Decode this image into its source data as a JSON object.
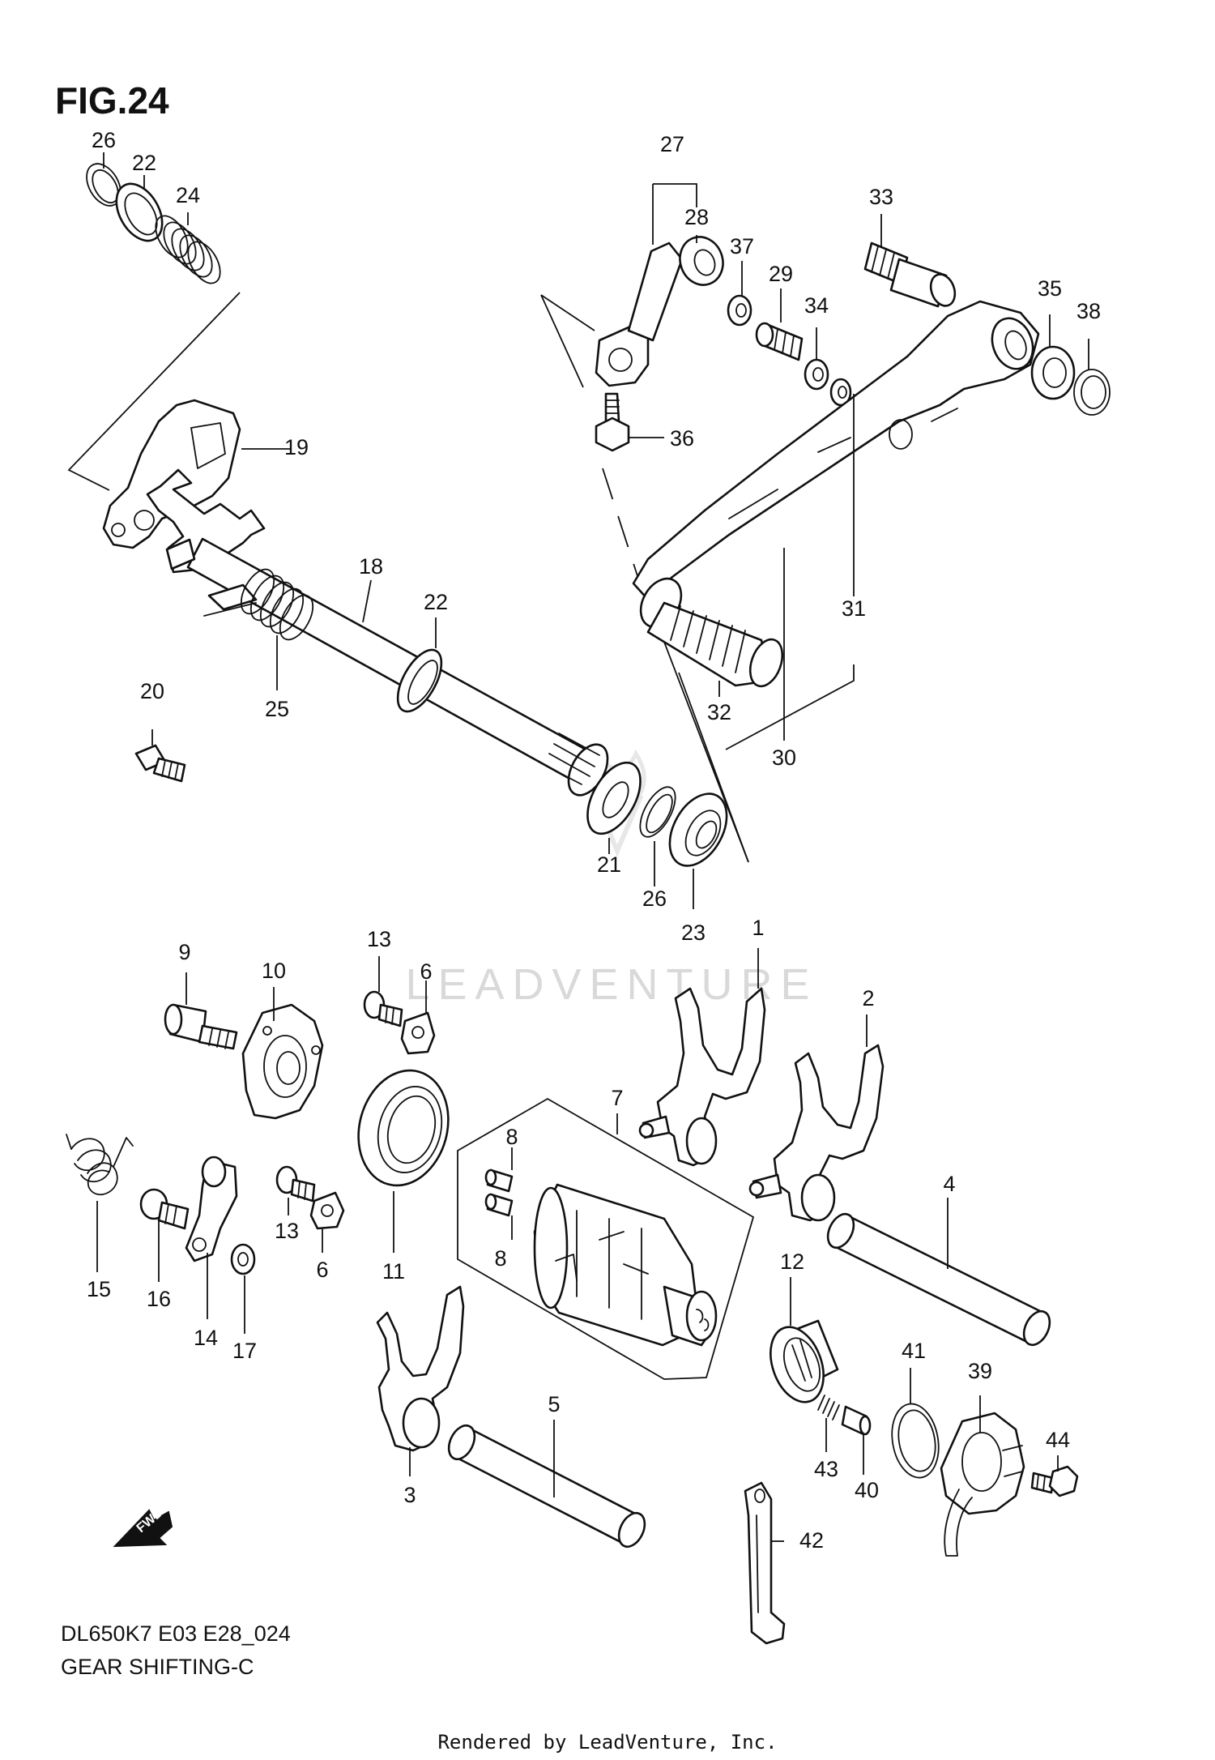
{
  "figure": {
    "title": "FIG.24",
    "model_code": "DL650K7 E03 E28_024",
    "section_name": "GEAR SHIFTING-C",
    "footer": "Rendered by LeadVenture, Inc.",
    "watermark": "LEADVENTURE",
    "direction_arrow": "FWD"
  },
  "callouts": [
    {
      "id": "c26a",
      "label": "26"
    },
    {
      "id": "c22a",
      "label": "22"
    },
    {
      "id": "c24",
      "label": "24"
    },
    {
      "id": "c19",
      "label": "19"
    },
    {
      "id": "c18",
      "label": "18"
    },
    {
      "id": "c22b",
      "label": "22"
    },
    {
      "id": "c25",
      "label": "25"
    },
    {
      "id": "c20",
      "label": "20"
    },
    {
      "id": "c27",
      "label": "27"
    },
    {
      "id": "c28",
      "label": "28"
    },
    {
      "id": "c37",
      "label": "37"
    },
    {
      "id": "c29",
      "label": "29"
    },
    {
      "id": "c34",
      "label": "34"
    },
    {
      "id": "c33",
      "label": "33"
    },
    {
      "id": "c35",
      "label": "35"
    },
    {
      "id": "c38",
      "label": "38"
    },
    {
      "id": "c36",
      "label": "36"
    },
    {
      "id": "c31",
      "label": "31"
    },
    {
      "id": "c32",
      "label": "32"
    },
    {
      "id": "c30",
      "label": "30"
    },
    {
      "id": "c21",
      "label": "21"
    },
    {
      "id": "c26b",
      "label": "26"
    },
    {
      "id": "c23",
      "label": "23"
    },
    {
      "id": "c9",
      "label": "9"
    },
    {
      "id": "c10",
      "label": "10"
    },
    {
      "id": "c13a",
      "label": "13"
    },
    {
      "id": "c6a",
      "label": "6"
    },
    {
      "id": "c1",
      "label": "1"
    },
    {
      "id": "c2",
      "label": "2"
    },
    {
      "id": "c7",
      "label": "7"
    },
    {
      "id": "c8a",
      "label": "8"
    },
    {
      "id": "c8b",
      "label": "8"
    },
    {
      "id": "c4",
      "label": "4"
    },
    {
      "id": "c15",
      "label": "15"
    },
    {
      "id": "c16",
      "label": "16"
    },
    {
      "id": "c14",
      "label": "14"
    },
    {
      "id": "c17",
      "label": "17"
    },
    {
      "id": "c13b",
      "label": "13"
    },
    {
      "id": "c6b",
      "label": "6"
    },
    {
      "id": "c11",
      "label": "11"
    },
    {
      "id": "c12",
      "label": "12"
    },
    {
      "id": "c41",
      "label": "41"
    },
    {
      "id": "c39",
      "label": "39"
    },
    {
      "id": "c44",
      "label": "44"
    },
    {
      "id": "c43",
      "label": "43"
    },
    {
      "id": "c40",
      "label": "40"
    },
    {
      "id": "c42",
      "label": "42"
    },
    {
      "id": "c3",
      "label": "3"
    },
    {
      "id": "c5",
      "label": "5"
    }
  ]
}
